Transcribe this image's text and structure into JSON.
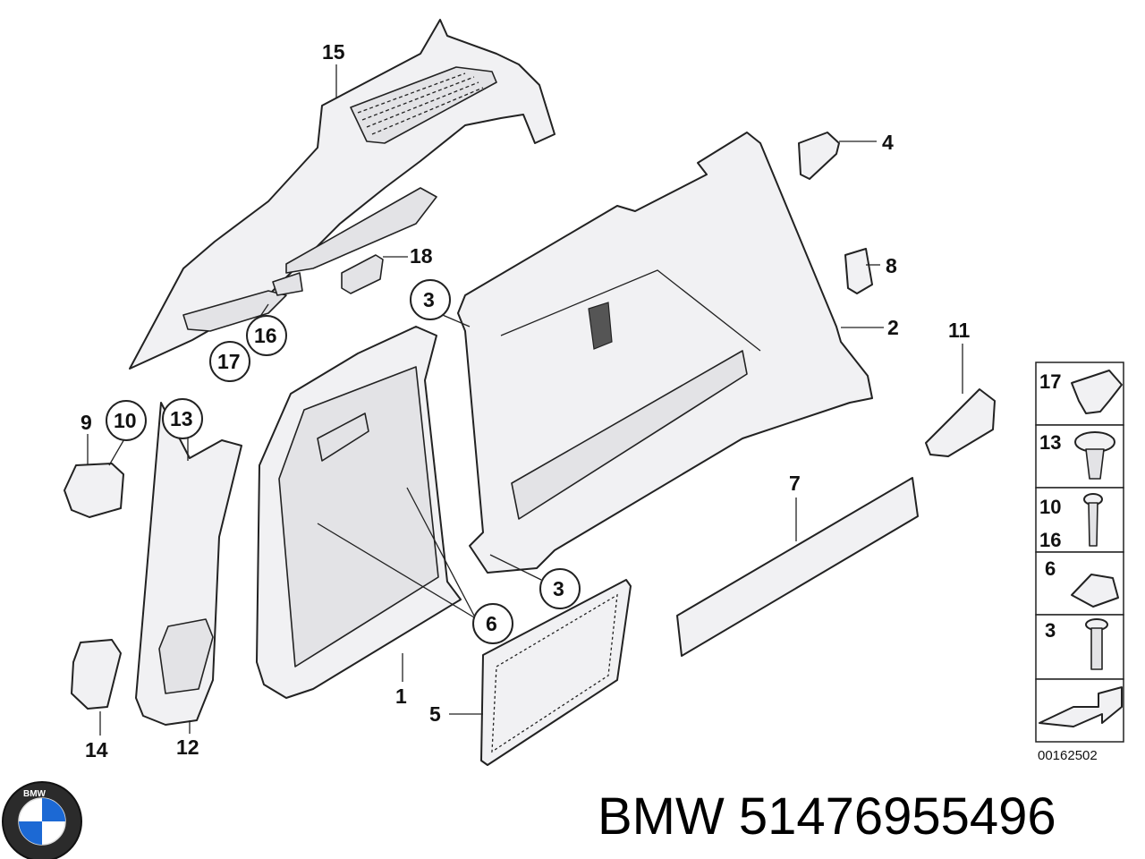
{
  "callouts": {
    "c1": "1",
    "c2": "2",
    "c3a": "3",
    "c3b": "3",
    "c4": "4",
    "c5": "5",
    "c6": "6",
    "c7": "7",
    "c8": "8",
    "c9": "9",
    "c10": "10",
    "c11": "11",
    "c12": "12",
    "c13": "13",
    "c14": "14",
    "c15": "15",
    "c16": "16",
    "c17": "17",
    "c18": "18"
  },
  "legend": {
    "r1": "17",
    "r2": "13",
    "r3a": "10",
    "r3b": "16",
    "r4": "6",
    "r5": "3"
  },
  "doc_number": "00162502",
  "brand": {
    "logo_letters": "BMW",
    "caption": "BMW 51476955496"
  }
}
